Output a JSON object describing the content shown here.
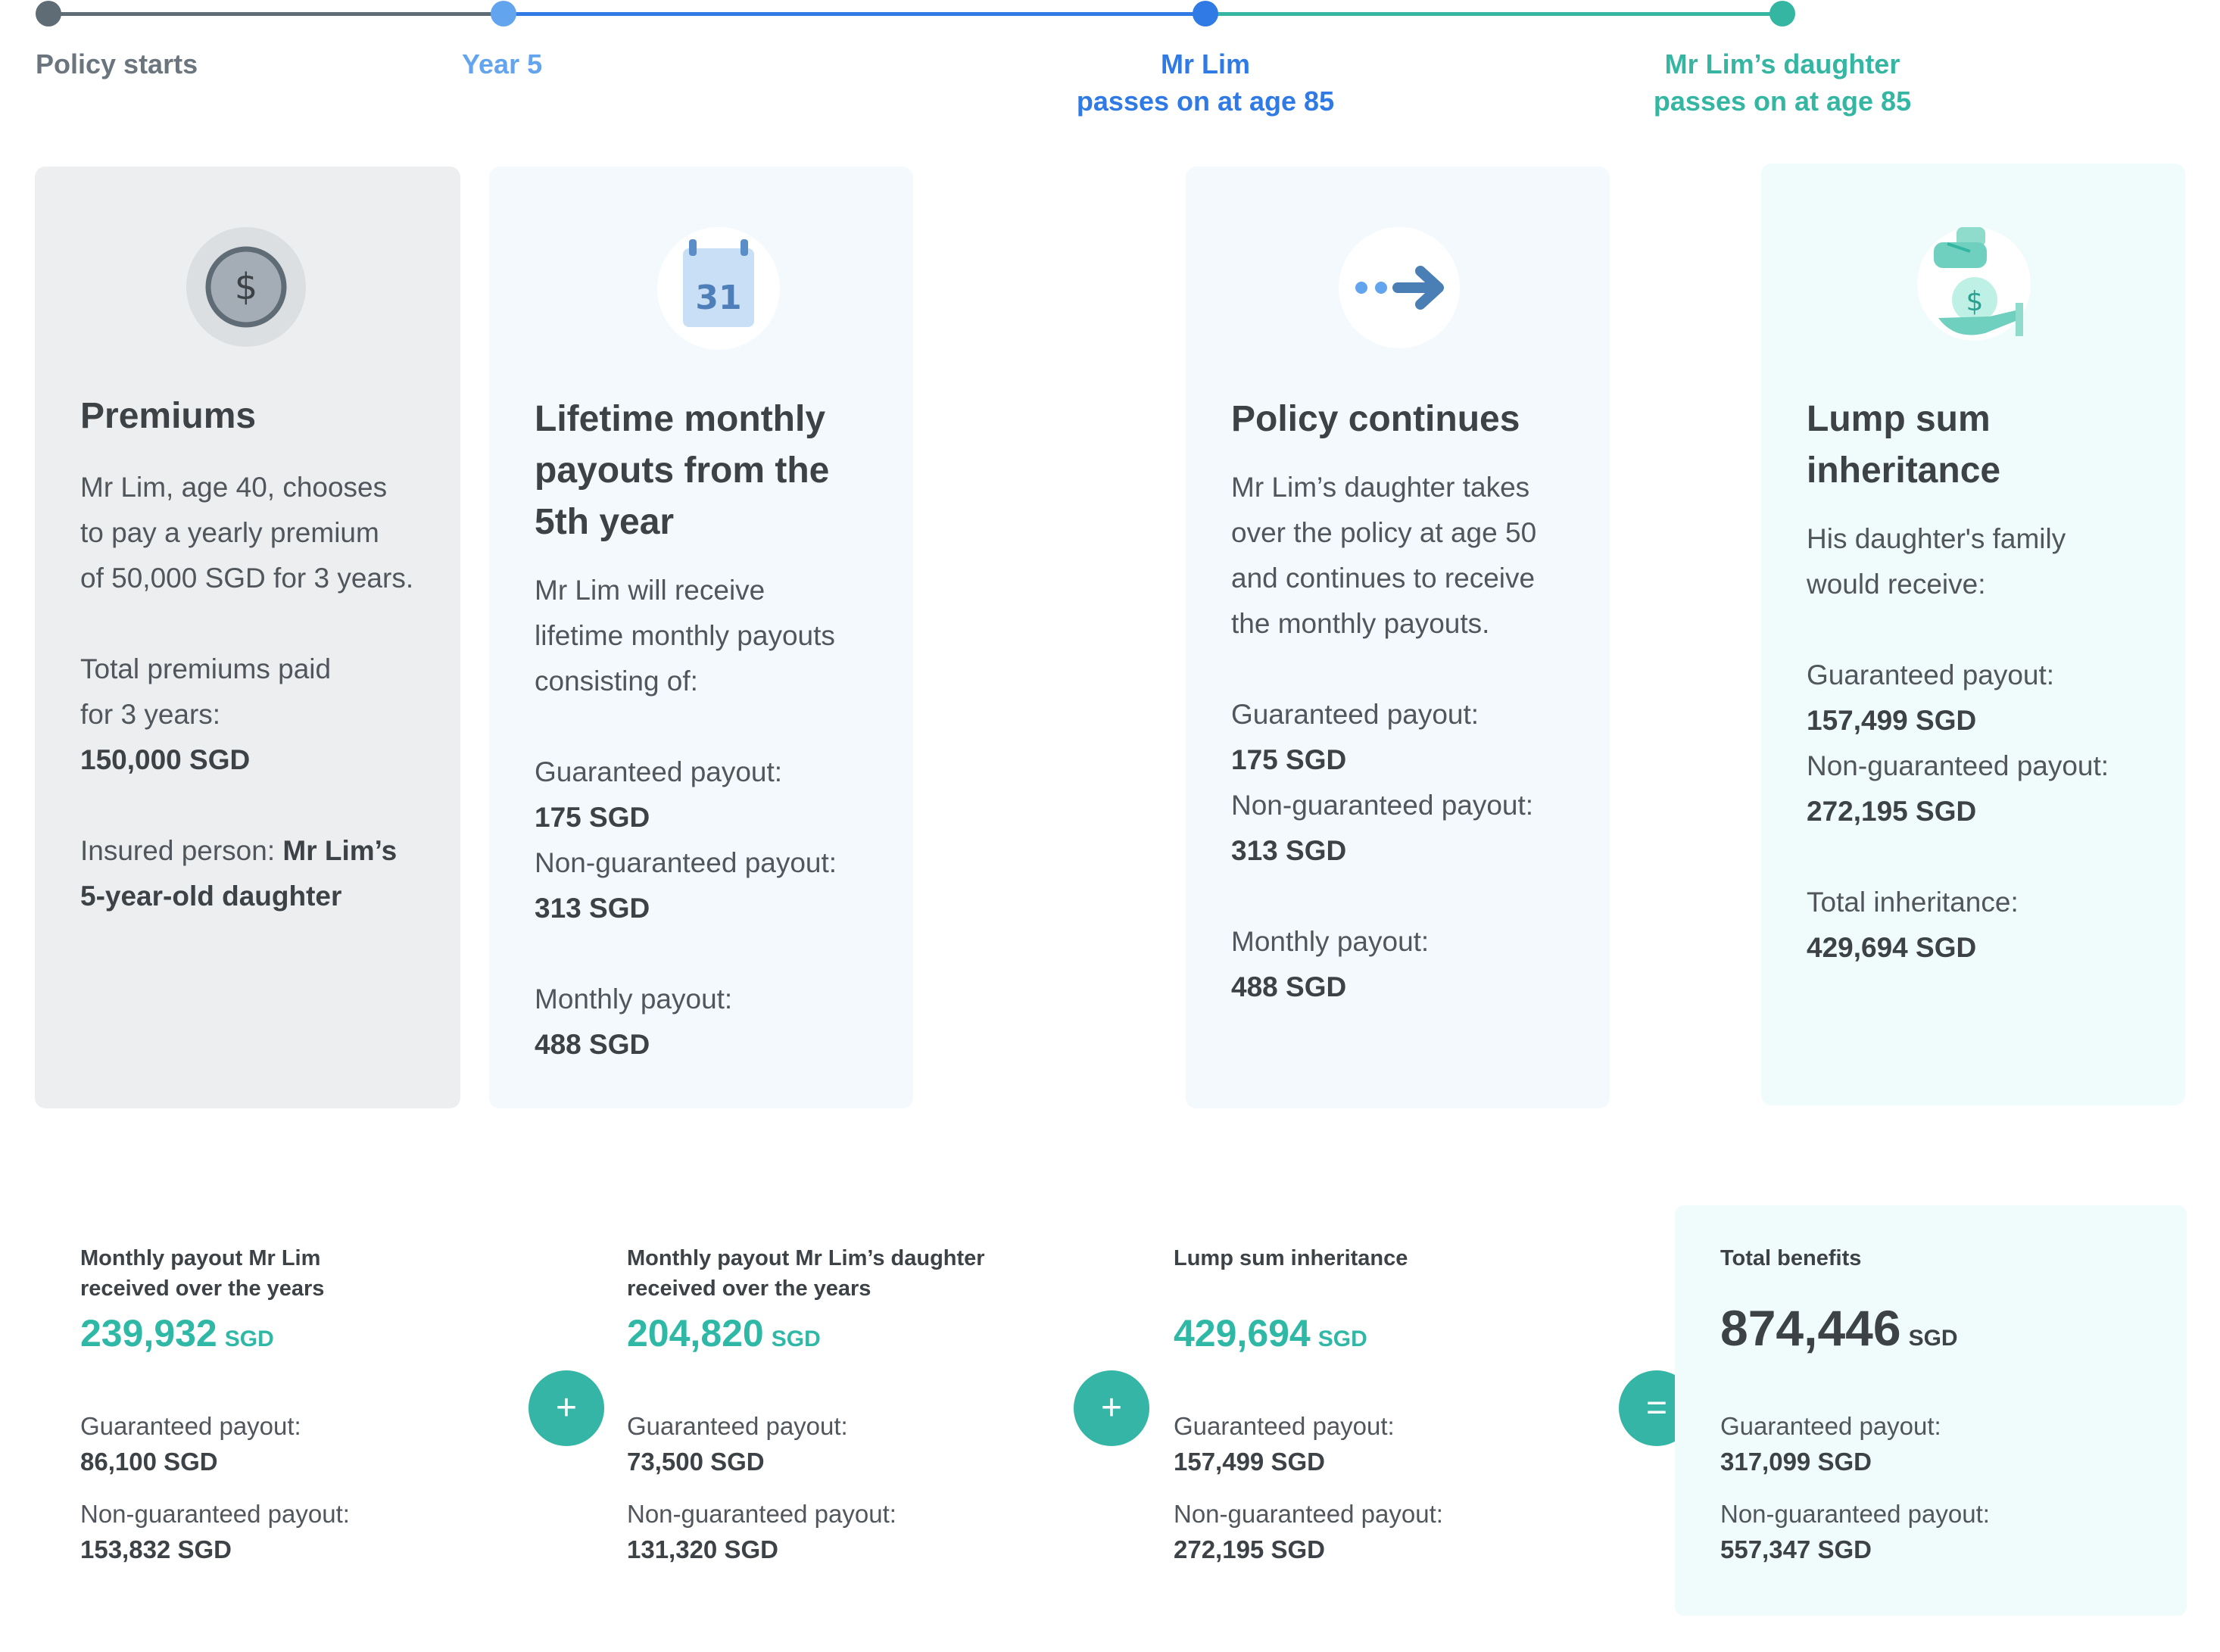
{
  "timeline": {
    "milestones": [
      {
        "label": "Policy starts"
      },
      {
        "label": "Year 5"
      },
      {
        "line1": "Mr Lim",
        "line2": "passes on at age 85"
      },
      {
        "line1": "Mr Lim’s daughter",
        "line2": "passes on at age 85"
      }
    ]
  },
  "cards": [
    {
      "icon": "dollar-coin-icon",
      "title": "Premiums",
      "desc": [
        "Mr Lim, age 40, chooses",
        "to pay a yearly premium",
        "of 50,000 SGD for 3 years."
      ],
      "total_label": [
        "Total premiums paid",
        "for 3 years:"
      ],
      "total_value": "150,000 SGD",
      "insured_label": "Insured person: ",
      "insured_value1": "Mr Lim’s",
      "insured_value2": "5-year-old daughter"
    },
    {
      "icon": "calendar-icon",
      "icon_text": "31",
      "title": [
        "Lifetime monthly",
        "payouts from the",
        "5th year"
      ],
      "desc": [
        "Mr Lim will receive",
        "lifetime monthly payouts",
        "consisting of:"
      ],
      "guaranteed_label": "Guaranteed payout:",
      "guaranteed_value": "175 SGD",
      "nonguaranteed_label": "Non-guaranteed payout:",
      "nonguaranteed_value": "313 SGD",
      "monthly_label": "Monthly payout:",
      "monthly_value": "488 SGD"
    },
    {
      "icon": "arrow-continue-icon",
      "title": "Policy continues",
      "desc": [
        "Mr Lim’s daughter takes",
        "over the policy at age 50",
        "and continues to receive",
        "the monthly payouts."
      ],
      "guaranteed_label": "Guaranteed payout:",
      "guaranteed_value": "175 SGD",
      "nonguaranteed_label": "Non-guaranteed payout:",
      "nonguaranteed_value": "313 SGD",
      "monthly_label": "Monthly payout:",
      "monthly_value": "488 SGD"
    },
    {
      "icon": "money-bag-hand-icon",
      "title": [
        "Lump sum",
        "inheritance"
      ],
      "desc": [
        "His daughter's family",
        "would receive:"
      ],
      "guaranteed_label": "Guaranteed payout:",
      "guaranteed_value": "157,499 SGD",
      "nonguaranteed_label": "Non-guaranteed payout:",
      "nonguaranteed_value": "272,195 SGD",
      "total_label": "Total inheritance:",
      "total_value": "429,694 SGD"
    }
  ],
  "summary": [
    {
      "heading": [
        "Monthly payout Mr Lim",
        "received over the years"
      ],
      "amount": "239,932",
      "unit": "SGD",
      "guaranteed_label": "Guaranteed payout:",
      "guaranteed_value": "86,100 SGD",
      "nonguaranteed_label": "Non-guaranteed payout:",
      "nonguaranteed_value": "153,832 SGD"
    },
    {
      "heading": [
        "Monthly payout Mr Lim’s daughter",
        "received over the years"
      ],
      "amount": "204,820",
      "unit": "SGD",
      "guaranteed_label": "Guaranteed payout:",
      "guaranteed_value": "73,500 SGD",
      "nonguaranteed_label": "Non-guaranteed payout:",
      "nonguaranteed_value": "131,320 SGD"
    },
    {
      "heading": [
        "Lump sum inheritance"
      ],
      "amount": "429,694",
      "unit": "SGD",
      "guaranteed_label": "Guaranteed payout:",
      "guaranteed_value": "157,499 SGD",
      "nonguaranteed_label": "Non-guaranteed payout:",
      "nonguaranteed_value": "272,195 SGD"
    },
    {
      "heading": [
        "Total benefits"
      ],
      "amount": "874,446",
      "unit": "SGD",
      "guaranteed_label": "Guaranteed payout:",
      "guaranteed_value": "317,099 SGD",
      "nonguaranteed_label": "Non-guaranteed payout:",
      "nonguaranteed_value": "557,347 SGD"
    }
  ],
  "operators": [
    "+",
    "+",
    "="
  ],
  "colors": {
    "grey": "#5f6b75",
    "blue": "#2f7ae5",
    "light_blue": "#63a4ee",
    "teal": "#35b6a3",
    "card_grey": "#eceef0",
    "card_blue": "#f3f9fd",
    "card_teal": "#f0fbfb"
  }
}
